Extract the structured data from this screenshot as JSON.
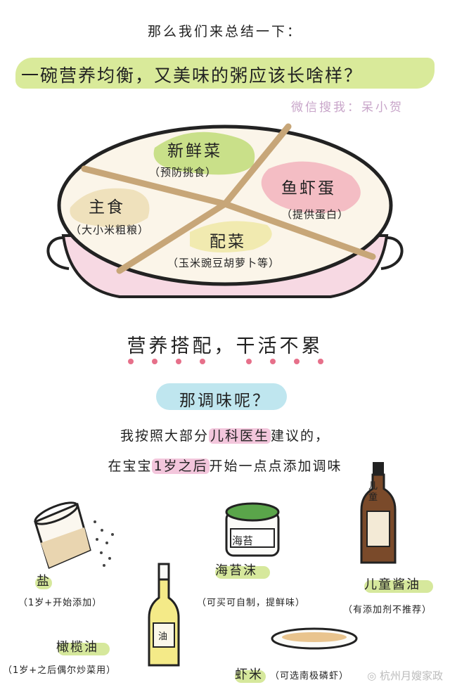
{
  "intro": "那么我们来总结一下：",
  "headline": "一碗营养均衡，又美味的粥应该长啥样？",
  "wechat_search": "微信搜我：呆小贺",
  "bowl": {
    "sections": [
      {
        "title": "新鲜菜",
        "sub": "（预防挑食）"
      },
      {
        "title": "鱼虾蛋",
        "sub": "（提供蛋白）"
      },
      {
        "title": "主食",
        "sub": "（大小米粗粮）"
      },
      {
        "title": "配菜",
        "sub": "（玉米豌豆胡萝卜等）"
      }
    ]
  },
  "slogan": "营养搭配，干活不累",
  "question": "那调味呢？",
  "advice": {
    "line1_a": "我按照大部分",
    "line1_hl": "儿科医生",
    "line1_b": "建议的，",
    "line2_a": "在宝宝",
    "line2_hl": "1岁之后",
    "line2_b": "开始一点点添加调味"
  },
  "seasonings": [
    {
      "name": "盐",
      "note": "（1岁+开始添加）",
      "jar_text": ""
    },
    {
      "name": "海苔沫",
      "note": "（可买可自制，提鲜味）",
      "jar_text": "海苔"
    },
    {
      "name": "儿童酱油",
      "note": "（有添加剂不推荐）",
      "jar_text": "儿童"
    },
    {
      "name": "橄榄油",
      "note": "（1岁+之后偶尔炒菜用）",
      "jar_text": "油"
    },
    {
      "name": "虾米",
      "note": "（可选南极磷虾）",
      "jar_text": ""
    }
  ],
  "watermark": "杭州月嫂家政",
  "colors": {
    "green": "#d9ea9a",
    "pink": "#f3c6dc",
    "blue": "#bfe6ef",
    "red_dots": "#e6708a",
    "bowl_pink": "#f7d9e3"
  }
}
